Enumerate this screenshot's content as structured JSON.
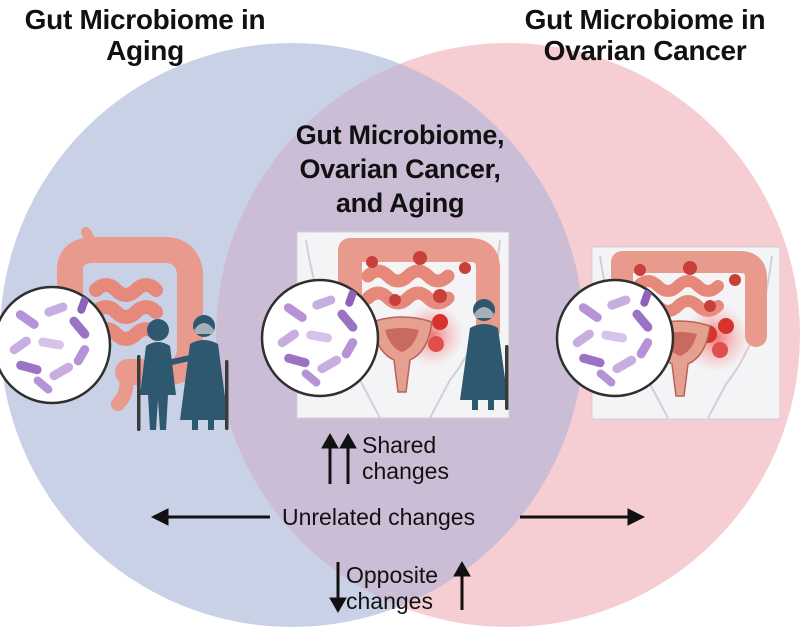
{
  "titles": {
    "aging_line1": "Gut Microbiome in",
    "aging_line2": "Aging",
    "cancer_line1": "Gut Microbiome in",
    "cancer_line2": "Ovarian Cancer",
    "overlap_line1": "Gut Microbiome,",
    "overlap_line2": "Ovarian Cancer,",
    "overlap_line3": "and Aging"
  },
  "labels": {
    "shared_line1": "Shared",
    "shared_line2": "changes",
    "unrelated": "Unrelated changes",
    "opposite_line1": "Opposite",
    "opposite_line2": "changes"
  },
  "colors": {
    "aging_circle": "#c9d1e7",
    "cancer_circle": "#f6cdd2",
    "overlap": "#cbbdd6",
    "intestine": "#e89a8c",
    "bacteria": "#9b73c4",
    "elderly_figure": "#2e5870",
    "tumor": "#d6322e"
  },
  "icons": [
    "colon-icon",
    "magnifier-bacteria-icon",
    "elderly-couple-icon",
    "pelvis-icon",
    "uterus-icon",
    "tumor-icon",
    "elderly-woman-icon"
  ]
}
